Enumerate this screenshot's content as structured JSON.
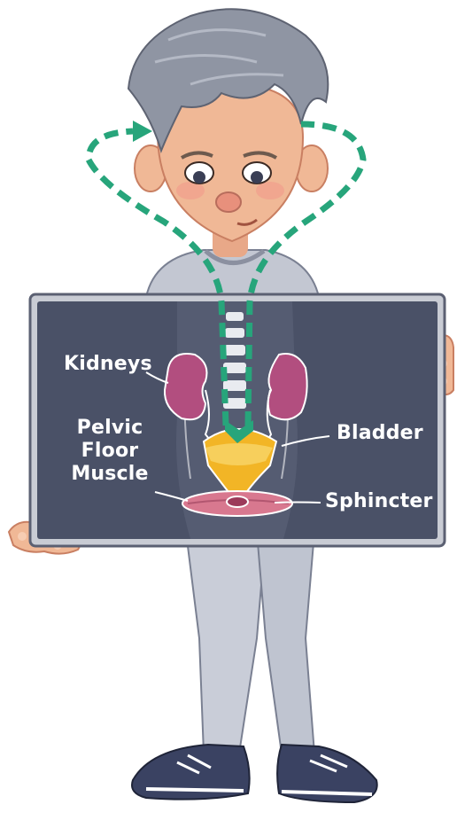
{
  "labels": {
    "kidneys": "Kidneys",
    "pelvic_floor_line1": "Pelvic",
    "pelvic_floor_line2": "Floor",
    "pelvic_floor_line3": "Muscle",
    "bladder": "Bladder",
    "sphincter": "Sphincter"
  },
  "colors": {
    "board_bg": "#4a5167",
    "board_frame": "#c9ccd4",
    "kidney": "#b24e7f",
    "bladder": "#f2b526",
    "muscle": "#d8788f",
    "arrow": "#27a57b",
    "hair": "#8f95a3",
    "skin": "#f0b896",
    "pants": "#c9cdd8",
    "shoes": "#3a4262"
  },
  "icons": [
    "brain-to-bladder-arrow",
    "bladder-to-brain-arrow"
  ]
}
